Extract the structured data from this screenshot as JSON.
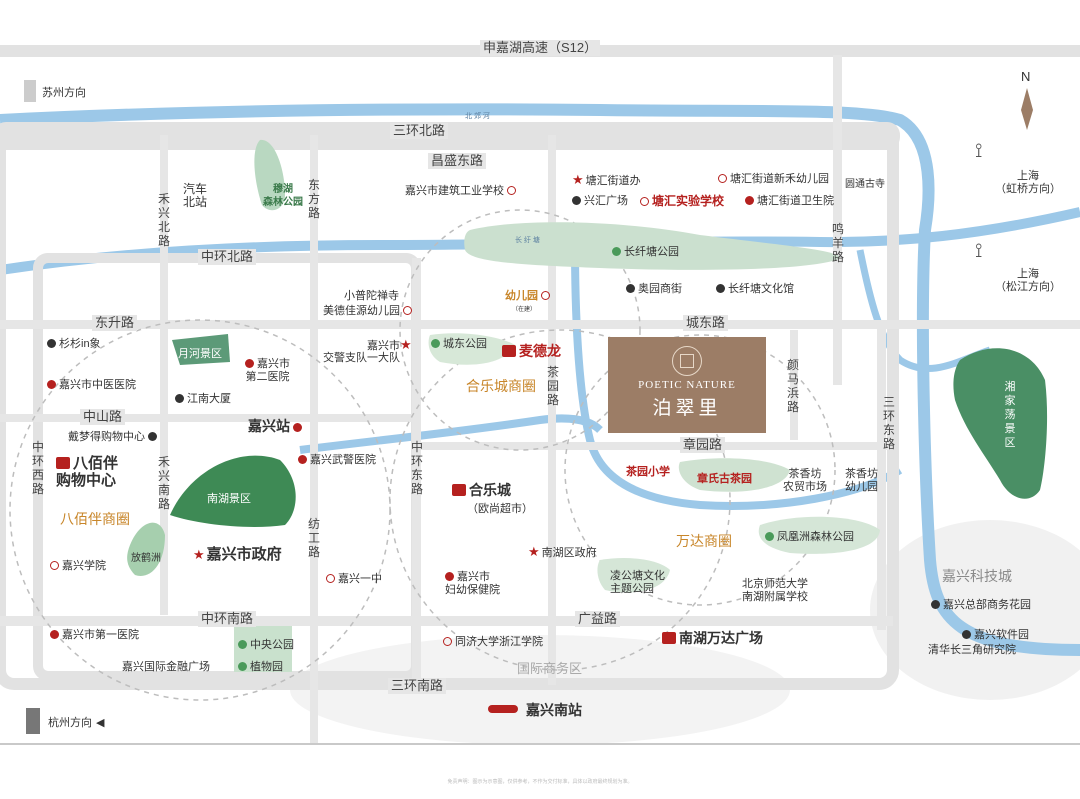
{
  "roads": {
    "s12": "申嘉湖高速（S12）",
    "ring3_north": "三环北路",
    "ring3_south": "三环南路",
    "ring3_east": "三环东路",
    "changsheng_east": "昌盛东路",
    "ring_mid_north": "中环北路",
    "ring_mid_south": "中环南路",
    "ring_mid_west": "中环西路",
    "ring_mid_east": "中环东路",
    "dongsheng": "东升路",
    "zhongshan": "中山路",
    "chengdong": "城东路",
    "zhangyuan": "章园路",
    "guangyi": "广益路",
    "hexing_north": "禾兴北路",
    "hexing_south": "禾兴南路",
    "dongfang": "东方路",
    "fangong": "纺工路",
    "chayuan": "茶园路",
    "minyang": "鸣羊路",
    "yanmabang": "颜马浜路",
    "beijiao_river": "北 郊 河",
    "changxu_river": "长 纡 塘"
  },
  "directions": {
    "north": "N",
    "suzhou": "苏州方向",
    "shanghai_hongqiao_1": "上海",
    "shanghai_hongqiao_2": "（虹桥方向）",
    "shanghai_songjiang_1": "上海",
    "shanghai_songjiang_2": "（松江方向）",
    "hangzhou": "杭州方向"
  },
  "project": {
    "name_en": "POETIC NATURE",
    "name_cn": "泊翠里"
  },
  "zones": {
    "babeiban": "八佰伴商圈",
    "helecheng": "合乐城商圈",
    "wanda": "万达商圈",
    "guoji": "国际商务区",
    "tech": "嘉兴科技城"
  },
  "parks": {
    "muhu": "穆湖\n森林公园",
    "yuehe": "月河景区",
    "nanhu": "南湖景区",
    "fanghe": "放鹤洲",
    "xiangjia": "湘家荡景区",
    "changxu_park": "长纤塘公园",
    "chengdong_park": "城东公园",
    "fenghuang": "凤凰洲森林公园",
    "linggong": "凌公塘文化\n主题公园",
    "zhongyang": "中央公园",
    "zhiwu": "植物园"
  },
  "pois": {
    "qiche_north": "汽车\n北站",
    "xiaoputuo": "小普陀禅寺",
    "meidejia": "美德佳源幼儿园",
    "building_school": "嘉兴市建筑工业学校",
    "tanghui_office": "塘汇街道办",
    "tanghui_kinder": "塘汇街道新禾幼儿园",
    "xinghui": "兴汇广场",
    "tanghui_school": "塘汇实验学校",
    "tanghui_health": "塘汇街道卫生院",
    "yuantong": "圆通古寺",
    "kindergarten": "幼儿园",
    "kindergarten_sub": "（在建）",
    "aoyuan": "奥园商街",
    "changxu_culture": "长纤塘文化馆",
    "shanshan": "杉杉in象",
    "tcm_hospital": "嘉兴市中医医院",
    "hospital2": "嘉兴市\n第二医院",
    "jiangnan": "江南大厦",
    "jiaxing_city_police": "嘉兴市",
    "police_team": "交警支队一大队",
    "mcdonald": "麦德龙",
    "dream_center": "戴梦得购物中心",
    "babeiban_mall": "八佰伴\n购物中心",
    "jiaxing_station": "嘉兴站",
    "armed_hospital": "嘉兴武警医院",
    "helecheng_mall": "合乐城",
    "ouchang": "（欧尚超市）",
    "chayuan_school": "茶园小学",
    "zhangshi_tea": "章氏古茶园",
    "chaxiang_market": "茶香坊\n农贸市场",
    "chaxiang_kinder": "茶香坊\n幼儿园",
    "jiaxing_college": "嘉兴学院",
    "gov": "嘉兴市政府",
    "no1_middle": "嘉兴一中",
    "maternal": "嘉兴市\n妇幼保健院",
    "nanhu_gov": "南湖区政府",
    "bnu": "北京师范大学\n南湖附属学校",
    "first_hospital": "嘉兴市第一医院",
    "tongji": "同济大学浙江学院",
    "wanda_plaza": "南湖万达广场",
    "finance_plaza": "嘉兴国际金融广场",
    "south_station": "嘉兴南站",
    "hq_garden": "嘉兴总部商务花园",
    "software_park": "嘉兴软件园",
    "tsinghua": "清华长三角研究院"
  },
  "footnote": "免责声明：图示为示意图，仅供参考，不作为交付标准，具体以政府最终规划为准。"
}
